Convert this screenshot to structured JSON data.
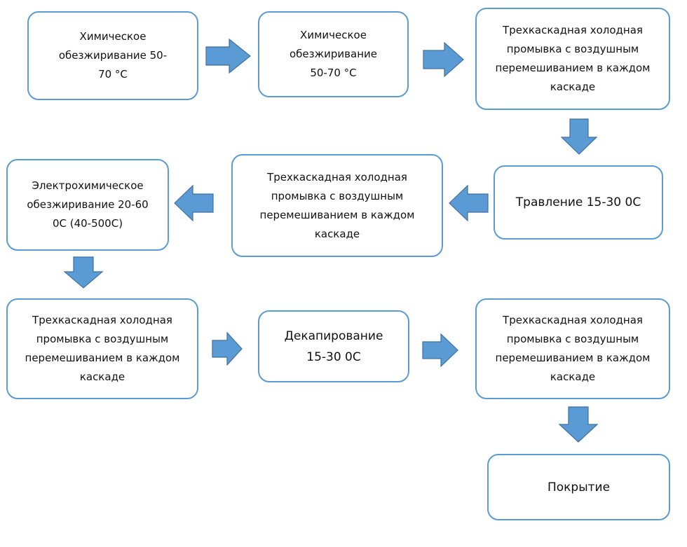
{
  "diagram": {
    "accent_color": "#5b9bd5",
    "nodes": {
      "n1": "Химическое обезжиривание 50-70 °С",
      "n2": "Химическое обезжиривание 50-70 °С",
      "n3": "Трехкаскадная холодная промывка с воздушным перемешиванием в каждом каскаде",
      "n4": "Травление 15-30 0С",
      "n5": "Трехкаскадная холодная промывка с воздушным перемешиванием в каждом каскаде",
      "n6": "Электрохимическое обезжиривание 20-60 0С (40-500С)",
      "n7": "Трехкаскадная холодная промывка с воздушным перемешиванием в каждом каскаде",
      "n8": "Декапирование 15-30 0С",
      "n9": "Трехкаскадная холодная промывка с воздушным перемешиванием в каждом каскаде",
      "n10": "Покрытие"
    },
    "edges": [
      {
        "from": "n1",
        "to": "n2",
        "direction": "right"
      },
      {
        "from": "n2",
        "to": "n3",
        "direction": "right"
      },
      {
        "from": "n3",
        "to": "n4",
        "direction": "down"
      },
      {
        "from": "n4",
        "to": "n5",
        "direction": "left"
      },
      {
        "from": "n5",
        "to": "n6",
        "direction": "left"
      },
      {
        "from": "n6",
        "to": "n7",
        "direction": "down"
      },
      {
        "from": "n7",
        "to": "n8",
        "direction": "right"
      },
      {
        "from": "n8",
        "to": "n9",
        "direction": "right"
      },
      {
        "from": "n9",
        "to": "n10",
        "direction": "down"
      }
    ]
  }
}
